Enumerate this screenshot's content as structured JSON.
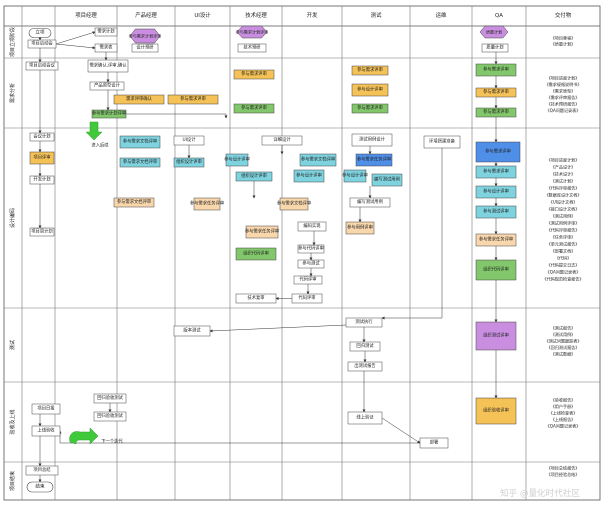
{
  "lanes": [
    "项目经理",
    "产品经理",
    "UI设计",
    "技术经理",
    "开发",
    "测试",
    "运维",
    "QA",
    "交付物"
  ],
  "phases": [
    "项目立项阶段",
    "需求分析",
    "设计编码",
    "测试",
    "验收及上线",
    "项目结束"
  ],
  "start_label": "立项",
  "end_label": "结束",
  "pm_tasks": [
    "项目启动会",
    "项目启动会议",
    "会议计划",
    "项目评审",
    "开发计划",
    "项目周计划",
    "项目日报",
    "上线验收",
    "项目总结"
  ],
  "prod_tasks": [
    "需求计划",
    "需求表",
    "需求确认,评审,确认",
    "产品原型设计",
    "需求评审确认",
    "参与需求计划评审",
    "参与需求文档评审",
    "进入后续",
    "版本测试",
    "回归验收测试"
  ],
  "ui_tasks": [
    "参与需求计划评审",
    "设计预研",
    "参与需求评审",
    "UI设计",
    "组织设计评审",
    "参与需求任务评审"
  ],
  "tech_tasks": [
    "参与需求计划评审",
    "技术预研",
    "参与需求评审",
    "参与需求评审",
    "参与设计评审",
    "组织设计评审",
    "参与需求文档评审",
    "参与需求任务评审",
    "组织代码评审",
    "技术复审"
  ],
  "dev_tasks": [
    "详细设计",
    "参与设计评审",
    "参与需求文档评审",
    "编码实现",
    "参与代码评审",
    "参与测试",
    "代码评审"
  ],
  "test_tasks": [
    "参与需求评审",
    "参与设计评审",
    "参与需求评审",
    "测试用例设计",
    "参与需求任务评审",
    "编写测试用例",
    "参与用例评审",
    "测试执行",
    "回归测试",
    "出测试报告",
    "线上验证"
  ],
  "ops_tasks": [
    "环境搭建准备",
    "部署"
  ],
  "qa_tasks": [
    "质量计划",
    "参与需求评审",
    "参与需求评审",
    "参与需求评审",
    "参与需求评审",
    "参与需求评审",
    "参与设计评审",
    "参与测试评审",
    "参与需求任务评审",
    "组织代码评审",
    "过程检查",
    "组织测试评审",
    "组织验收评审"
  ],
  "deliverables": {
    "p1": [
      "《项目章程》",
      "《质量计划》"
    ],
    "p2": [
      "《项目进度计划》",
      "《需求规格说明书》",
      "《需求原型》",
      "《需求评审报告》",
      "《技术预研报告》",
      "《QA问题记录表》"
    ],
    "p3": [
      "《项目进度计划》",
      "《产品设计》",
      "《技术设计》",
      "《测试计划》",
      "《代码评审报告》",
      "《数据库设计文档》",
      "《UI设计文档》",
      "《接口设计文档》",
      "《测试用例》",
      "《测试用例评审》",
      "《代码评审报告》",
      "《任务评审》",
      "《单元测试报告》",
      "《部署文档》",
      "《代码》",
      "《代码提交日志》",
      "《QA问题记录表》",
      "《代码规范检查报告》"
    ],
    "p4": [
      "《测试报告》",
      "《测试用例》",
      "《测试问题跟踪表》",
      "《回归测试报告》",
      "《测试数据》"
    ],
    "p5": [
      "《验收报告》",
      "《用户手册》",
      "《上线检查表》",
      "《上线报告》",
      "《QA问题记录表》"
    ],
    "p6": [
      "《项目总结报告》",
      "《项目经验总结》"
    ]
  },
  "next_iteration": "下一个迭代",
  "watermark": "知乎 @量化时代社区",
  "colors": {
    "purple": "#c98ee0",
    "orange": "#f5c257",
    "green": "#82c76b",
    "cyan": "#7fd3df",
    "blue": "#4f8fe8",
    "peach": "#f9d7ad",
    "grey": "#c8c8c8",
    "lime": "#41c93c"
  }
}
